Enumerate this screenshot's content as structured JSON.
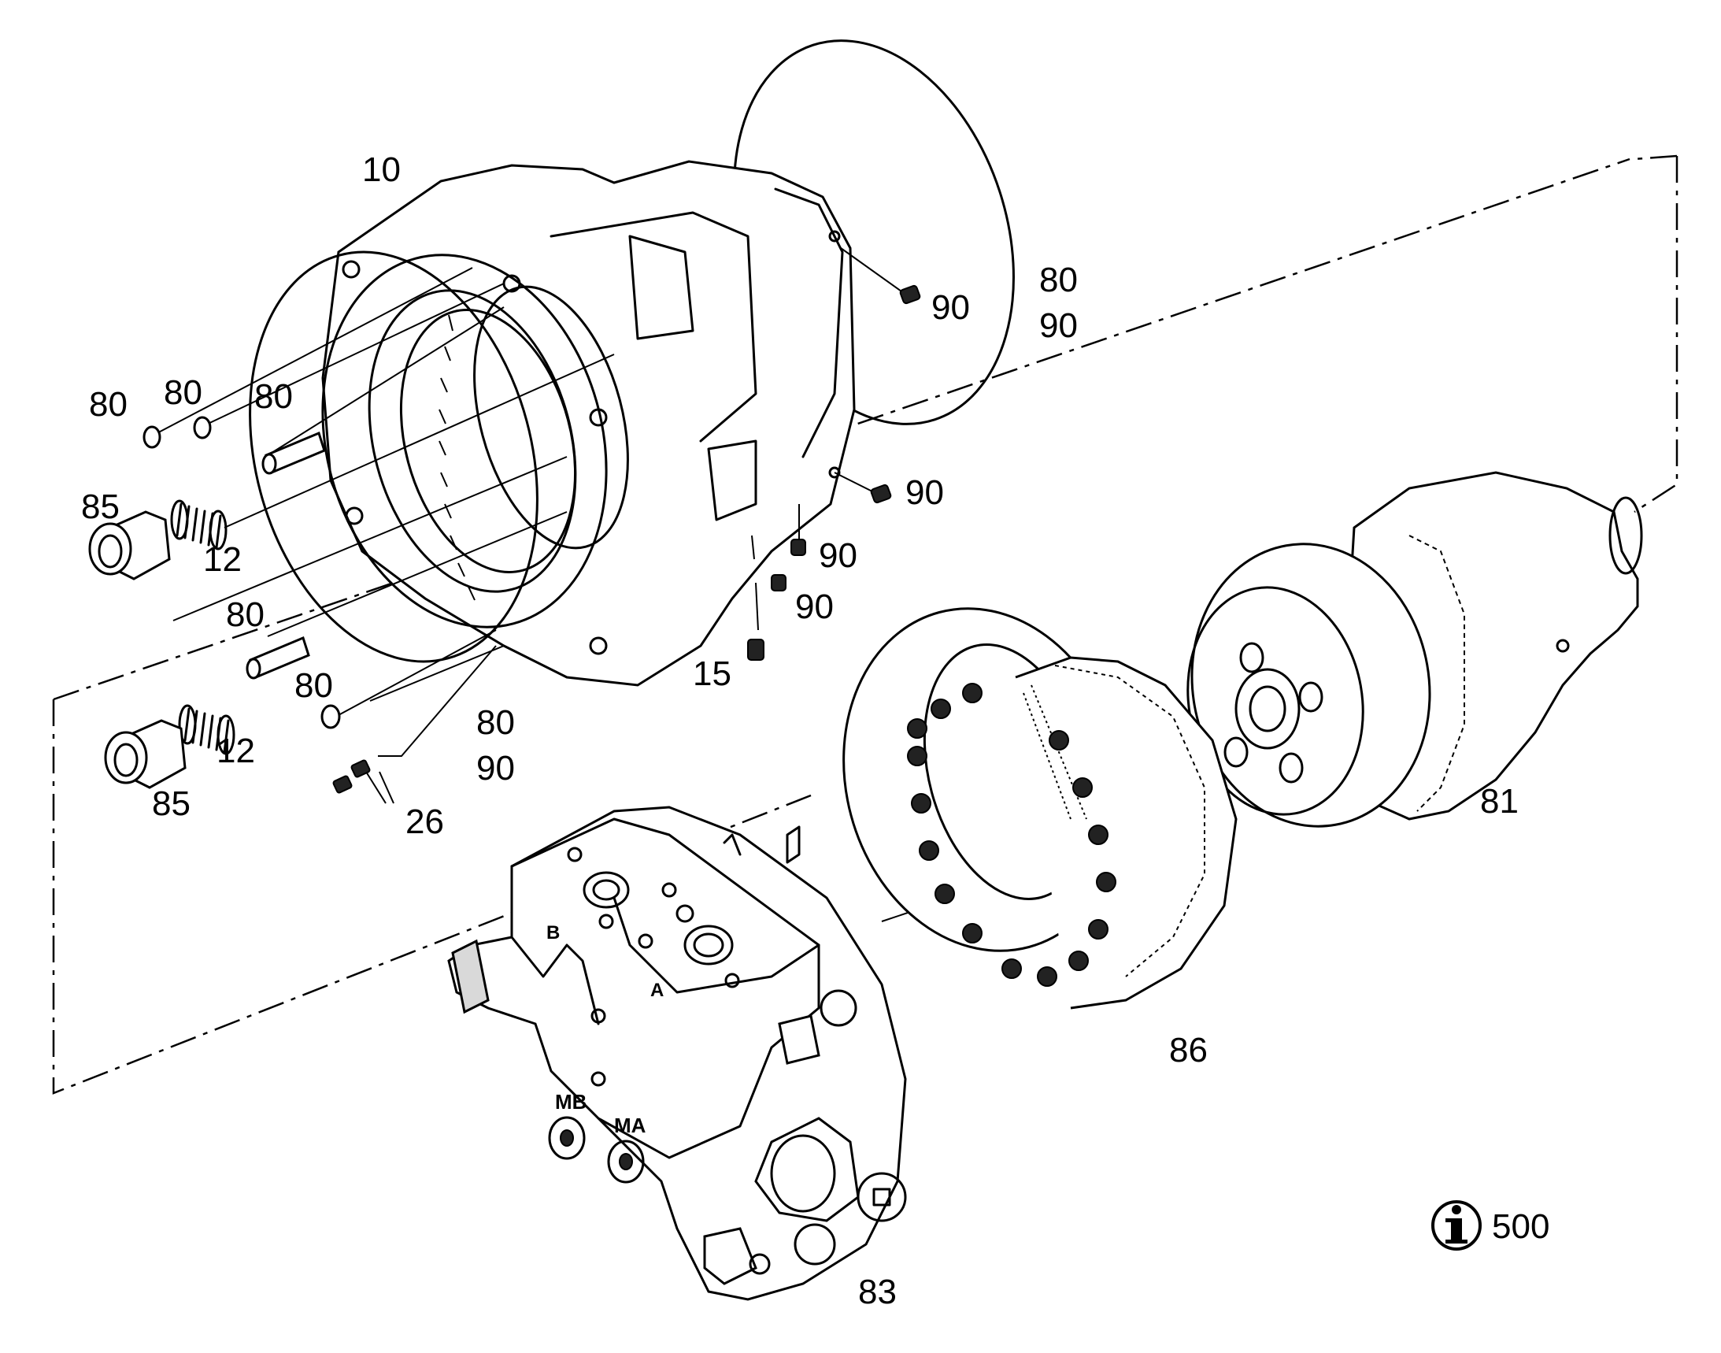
{
  "labels": {
    "l10": "10",
    "l80_top": "80",
    "l90_top": "90",
    "l90_a": "90",
    "l80_left1": "80",
    "l80_left2": "80",
    "l80_left3": "80",
    "l85_top": "85",
    "l12_top": "12",
    "l90_b": "90",
    "l90_c": "90",
    "l90_d": "90",
    "l80_mid": "80",
    "l15": "15",
    "l80_low": "80",
    "l80_low2": "80",
    "l90_low": "90",
    "l12_low": "12",
    "l85_low": "85",
    "l26": "26",
    "l81": "81",
    "l86": "86",
    "l83": "83",
    "l500": "500",
    "port_b": "B",
    "port_a": "A",
    "port_mb": "MB",
    "port_ma": "MA"
  },
  "icons": {
    "info": "info-icon"
  }
}
